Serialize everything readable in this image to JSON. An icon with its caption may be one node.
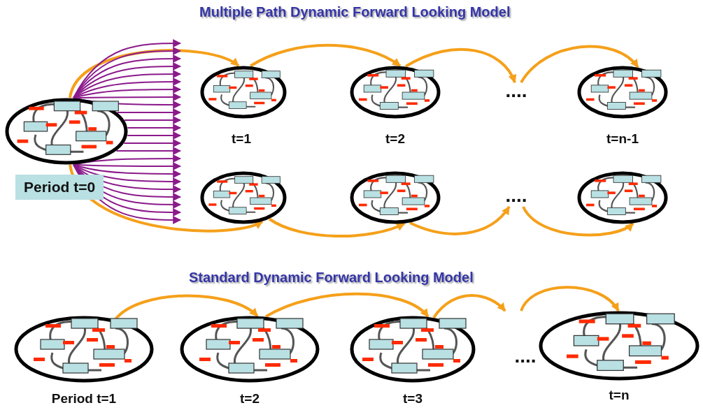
{
  "diagram": {
    "title": "Multiple Path Dynamic Forward Looking Model",
    "nodes": [
      {
        "text": [],
        "shape": "picture",
        "beside": [
          "Period t=0"
        ]
      },
      {
        "text": [],
        "shape": "picture",
        "beside": [
          "t=1"
        ]
      },
      {
        "text": [],
        "shape": "picture",
        "beside": [
          "t=2"
        ]
      },
      {
        "text": [
          "...."
        ]
      },
      {
        "text": [],
        "shape": "picture",
        "beside": [
          "t=n-1"
        ]
      },
      {
        "text": [],
        "shape": "picture"
      },
      {
        "text": [],
        "shape": "picture"
      },
      {
        "text": [
          "...."
        ]
      },
      {
        "text": [],
        "shape": "picture"
      },
      {
        "text": [],
        "shape": "picture",
        "beside": [
          "Period t=1"
        ]
      },
      {
        "text": [],
        "shape": "picture",
        "beside": [
          "t=2"
        ]
      },
      {
        "text": [],
        "shape": "picture",
        "beside": [
          "t=3"
        ]
      },
      {
        "text": [],
        "shape": "picture",
        "beside": [
          "t=n"
        ]
      }
    ],
    "edges": [
      {
        "from": 0,
        "to": 1,
        "arrow": "to",
        "style": "thick",
        "color": "#f5a01a"
      },
      {
        "from": 1,
        "to": 2,
        "arrow": "to",
        "style": "thick",
        "color": "#f5a01a"
      },
      {
        "from": 2,
        "to": 3,
        "arrow": "to",
        "style": "thick",
        "color": "#f5a01a"
      },
      {
        "from": 3,
        "to": 4,
        "arrow": "to",
        "style": "thick",
        "color": "#f5a01a"
      },
      {
        "from": 0,
        "to": 5,
        "arrow": "to",
        "style": "thick",
        "color": "#f5a01a"
      },
      {
        "from": 5,
        "to": 6,
        "arrow": "to",
        "style": "thick",
        "color": "#f5a01a"
      },
      {
        "from": 6,
        "to": 7,
        "arrow": "to",
        "style": "thick",
        "color": "#f5a01a"
      },
      {
        "from": 7,
        "to": 8,
        "arrow": "to",
        "style": "thick",
        "color": "#f5a01a"
      },
      {
        "from": 9,
        "to": 10,
        "arrow": "to",
        "style": "thick",
        "color": "#f5a01a"
      },
      {
        "from": 10,
        "to": 11,
        "arrow": "to",
        "style": "thick",
        "color": "#f5a01a"
      },
      {
        "from": 11,
        "to": null,
        "arrow": "to",
        "style": "thick",
        "color": "#f5a01a"
      },
      {
        "from": null,
        "to": 12,
        "arrow": "to",
        "style": "thick",
        "color": "#f5a01a"
      },
      {
        "from": 0,
        "to": null,
        "arrow": "to"
      },
      {
        "from": 0,
        "to": null,
        "arrow": "to"
      },
      {
        "from": 0,
        "to": null,
        "arrow": "to"
      },
      {
        "from": 0,
        "to": null,
        "arrow": "to"
      },
      {
        "from": 0,
        "to": null,
        "arrow": "to"
      },
      {
        "from": 0,
        "to": null,
        "arrow": "to"
      },
      {
        "from": 0,
        "to": null,
        "arrow": "to"
      },
      {
        "from": 0,
        "to": null,
        "arrow": "to"
      },
      {
        "from": 0,
        "to": null,
        "arrow": "to"
      },
      {
        "from": 0,
        "to": null,
        "arrow": "to"
      },
      {
        "from": 0,
        "to": null,
        "arrow": "to"
      },
      {
        "from": 0,
        "to": null,
        "arrow": "to"
      },
      {
        "from": 0,
        "to": null,
        "arrow": "to"
      },
      {
        "from": 0,
        "to": null,
        "arrow": "to"
      },
      {
        "from": 0,
        "to": null,
        "arrow": "to"
      },
      {
        "from": 0,
        "to": null,
        "arrow": "to"
      },
      {
        "from": 0,
        "to": null,
        "arrow": "to"
      },
      {
        "from": 0,
        "to": null,
        "arrow": "to"
      },
      {
        "from": 0,
        "to": null,
        "arrow": "to"
      },
      {
        "from": 0,
        "to": null,
        "arrow": "to"
      },
      {
        "from": 0,
        "to": null,
        "arrow": "to"
      },
      {
        "from": 0,
        "to": null,
        "arrow": "to"
      },
      {
        "from": 0,
        "to": null,
        "arrow": "to"
      },
      {
        "from": 0,
        "to": null,
        "arrow": "to"
      }
    ],
    "labels": [
      "Standard Dynamic Forward Looking Model",
      "...."
    ]
  }
}
